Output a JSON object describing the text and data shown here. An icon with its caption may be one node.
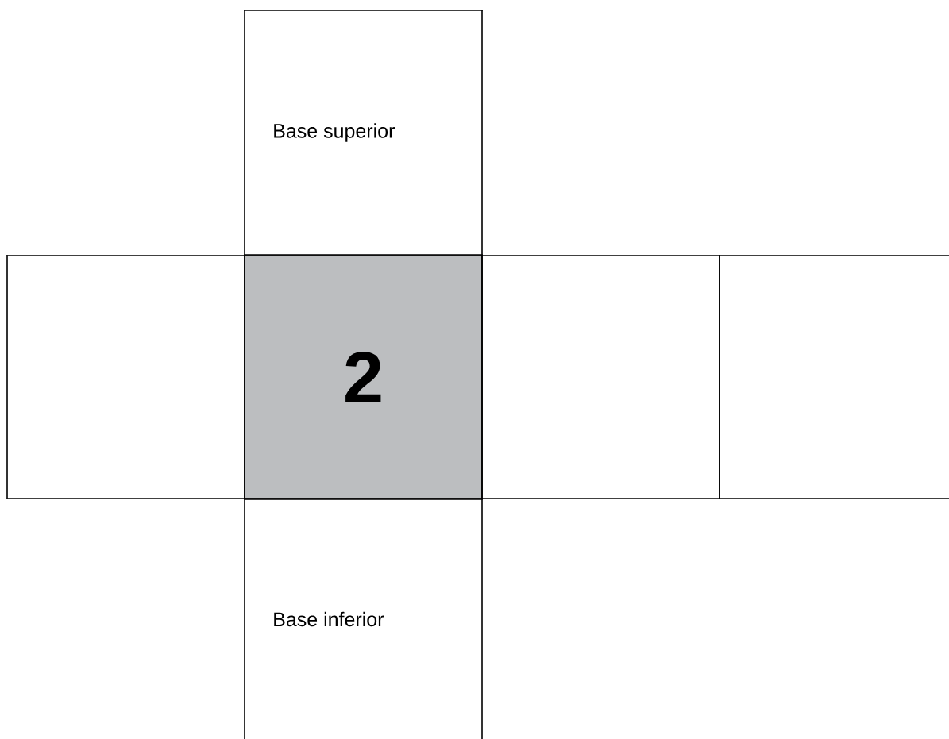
{
  "diagram": {
    "nodes": [
      {
        "text": [
          "Base superior"
        ]
      },
      {
        "text": [],
        "shape": "box"
      },
      {
        "text": [
          "2"
        ]
      },
      {
        "text": [],
        "shape": "box"
      },
      {
        "text": [],
        "shape": "box"
      },
      {
        "text": [
          "Base inferior"
        ]
      }
    ]
  }
}
